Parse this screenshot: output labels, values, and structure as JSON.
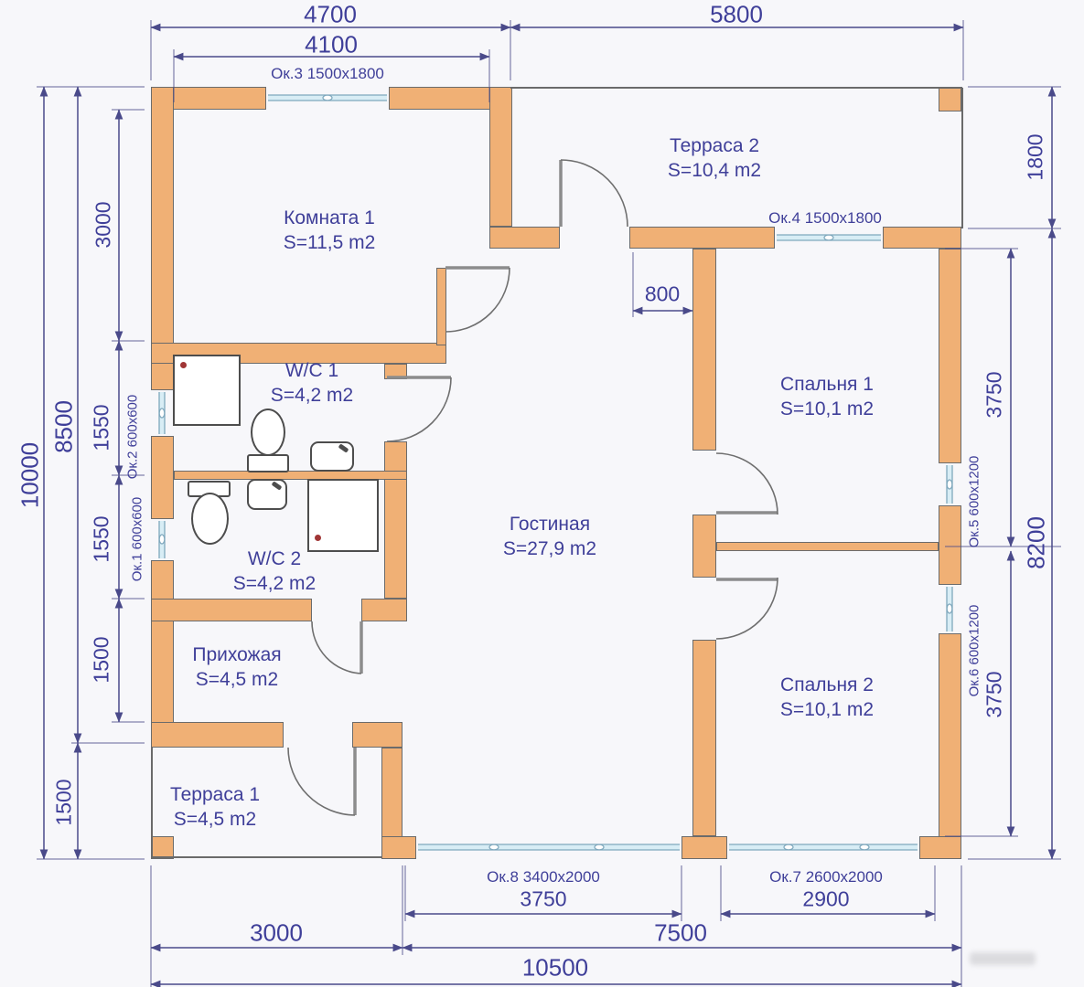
{
  "rooms": [
    {
      "name": "Комната 1",
      "area": "S=11,5 m2"
    },
    {
      "name": "W/C 1",
      "area": "S=4,2 m2"
    },
    {
      "name": "W/C 2",
      "area": "S=4,2 m2"
    },
    {
      "name": "Прихожая",
      "area": "S=4,5 m2"
    },
    {
      "name": "Гостиная",
      "area": "S=27,9 m2"
    },
    {
      "name": "Спальня 1",
      "area": "S=10,1 m2"
    },
    {
      "name": "Спальня 2",
      "area": "S=10,1 m2"
    },
    {
      "name": "Терраса 1",
      "area": "S=4,5 m2"
    },
    {
      "name": "Терраса 2",
      "area": "S=10,4 m2"
    }
  ],
  "windows": {
    "ok1": "Ок.1 600x600",
    "ok2": "Ок.2 600x600",
    "ok3": "Ок.3 1500x1800",
    "ok4": "Ок.4 1500x1800",
    "ok5": "Ок.5 600x1200",
    "ok6": "Ок.6 600x1200",
    "ok7": "Ок.7 2600x2000",
    "ok8": "Ок.8 3400x2000"
  },
  "dims": {
    "top_left": "4700",
    "top_right": "5800",
    "top_inner": "4100",
    "left_total": "10000",
    "left_main": "8500",
    "seg_room1": "3000",
    "seg_wc1": "1550",
    "seg_wc2": "1550",
    "seg_hall": "1500",
    "seg_terrace1": "1500",
    "right_terrace2": "1800",
    "right_total": "8200",
    "right_bed1": "3750",
    "right_bed2": "3750",
    "win8_width": "3750",
    "win7_width": "2900",
    "terrace1_width": "3000",
    "main_width": "7500",
    "total_width": "10500",
    "pier": "800"
  },
  "colors": {
    "ink": "#3f3f99",
    "wall": "#f0b075",
    "wall_edge": "#6b6b6b",
    "line": "#4a4a8a",
    "door": "#6f6f6f",
    "glass_fill": "#d8edf5",
    "glass_edge": "#7fa8bd",
    "bg": "#f7f7fa",
    "fixture": "#4d4d4d",
    "dot": "#a03535"
  }
}
